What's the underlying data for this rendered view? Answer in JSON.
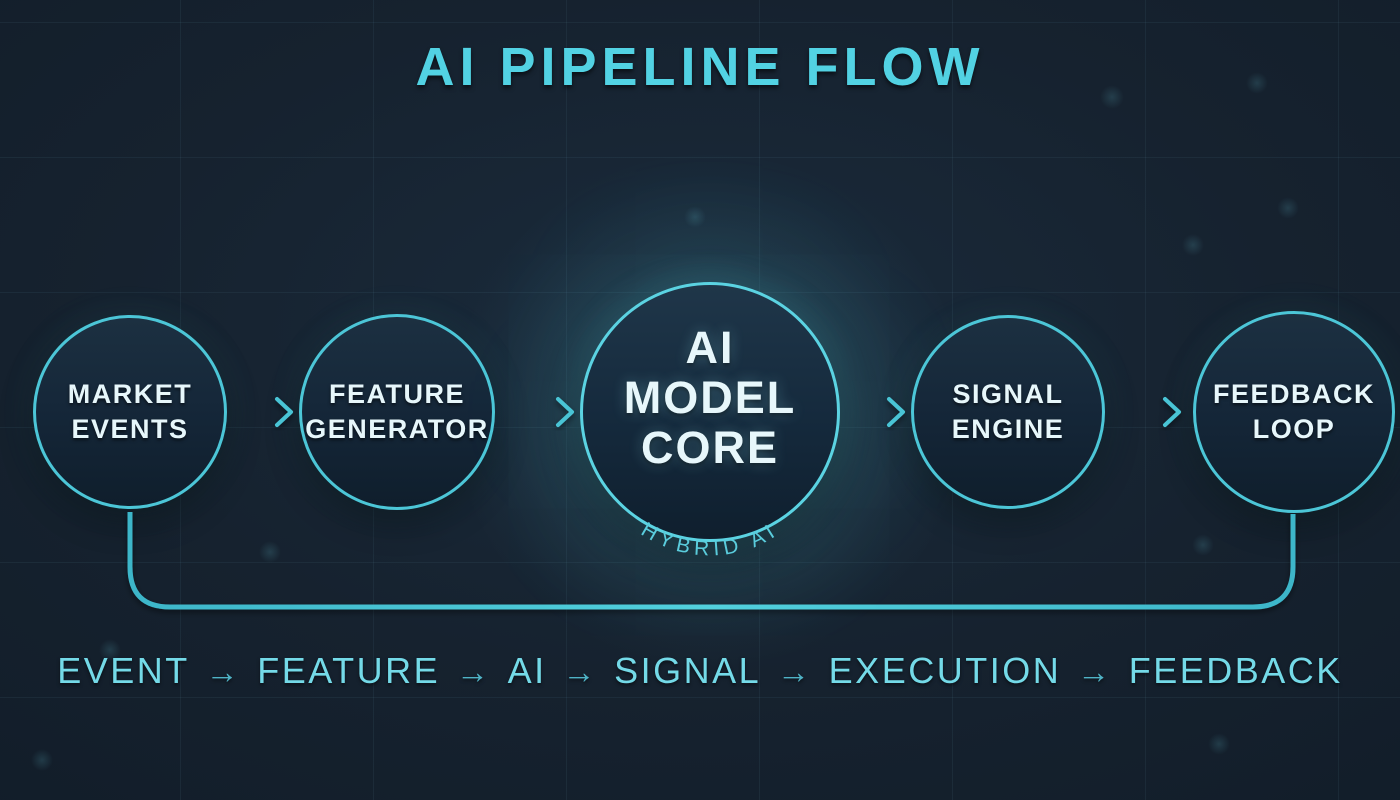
{
  "title": "AI PIPELINE FLOW",
  "colors": {
    "background": "#16222f",
    "accent_cyan": "#4cc6d7",
    "title_cyan": "#52d2e3",
    "node_text": "#e7f7fb",
    "flow_text": "#74dae8"
  },
  "nodes": [
    {
      "id": "market-events",
      "lines": [
        "MARKET",
        "EVENTS"
      ]
    },
    {
      "id": "feature-generator",
      "lines": [
        "FEATURE",
        "GENERATOR"
      ]
    },
    {
      "id": "ai-model-core",
      "lines": [
        "AI",
        "MODEL",
        "CORE"
      ],
      "sublabel": "HYBRID AI"
    },
    {
      "id": "signal-engine",
      "lines": [
        "SIGNAL",
        "ENGINE"
      ]
    },
    {
      "id": "feedback-loop",
      "lines": [
        "FEEDBACK",
        "LOOP"
      ]
    }
  ],
  "bottom_flow": {
    "items": [
      "EVENT",
      "FEATURE",
      "AI",
      "SIGNAL",
      "EXECUTION",
      "FEEDBACK"
    ],
    "separator": "→"
  }
}
